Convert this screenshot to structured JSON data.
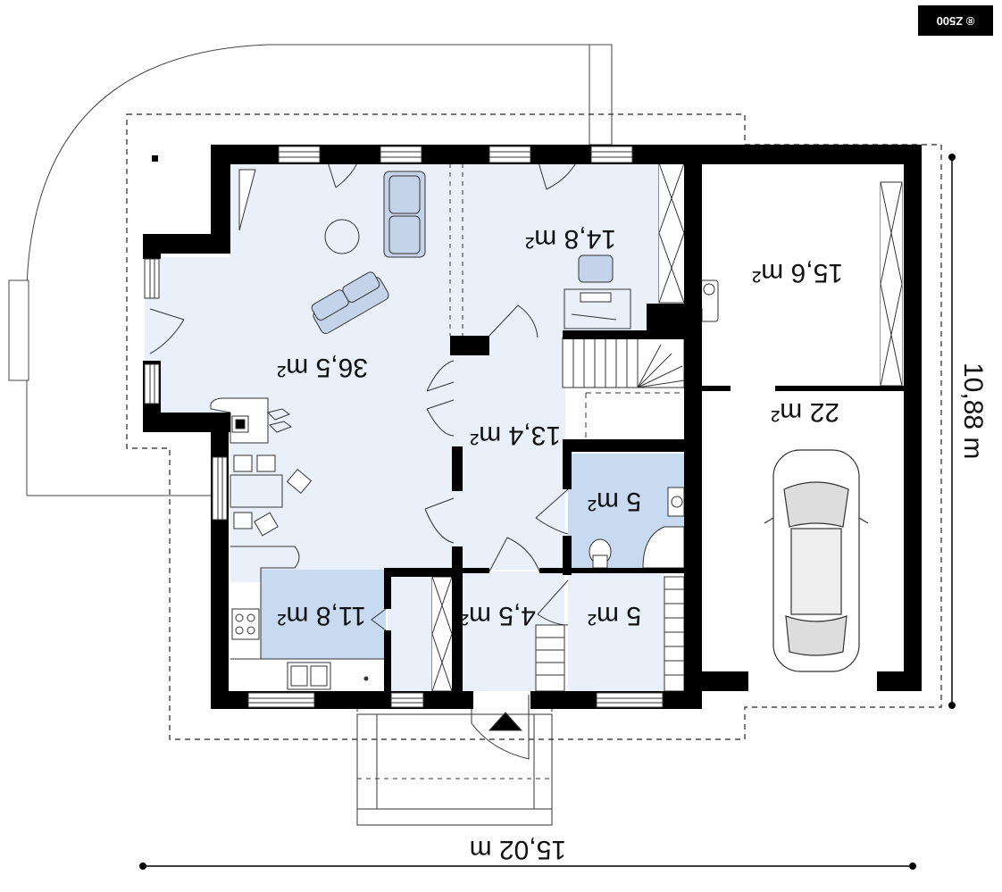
{
  "badge": {
    "text": "® Z500"
  },
  "rooms": [
    {
      "id": "living",
      "area": "36,5 m²"
    },
    {
      "id": "study",
      "area": "14,8 m²"
    },
    {
      "id": "garage-storage",
      "area": "15,6 m²"
    },
    {
      "id": "garage",
      "area": "22 m²"
    },
    {
      "id": "hall",
      "area": "13,4 m²"
    },
    {
      "id": "bathroom",
      "area": "5 m²"
    },
    {
      "id": "kitchen",
      "area": "11,8 m²"
    },
    {
      "id": "vestibule",
      "area": "4,5 m²"
    },
    {
      "id": "wardrobe",
      "area": "5 m²"
    }
  ],
  "dimensions": {
    "width": "15,02 m",
    "depth": "10,88 m"
  },
  "colors": {
    "wall": "#000000",
    "room_fill": "#e9f0fa",
    "room_fill_dark": "#c7daf0",
    "furniture_fill": "#c5d3ea",
    "outline": "#333333"
  }
}
